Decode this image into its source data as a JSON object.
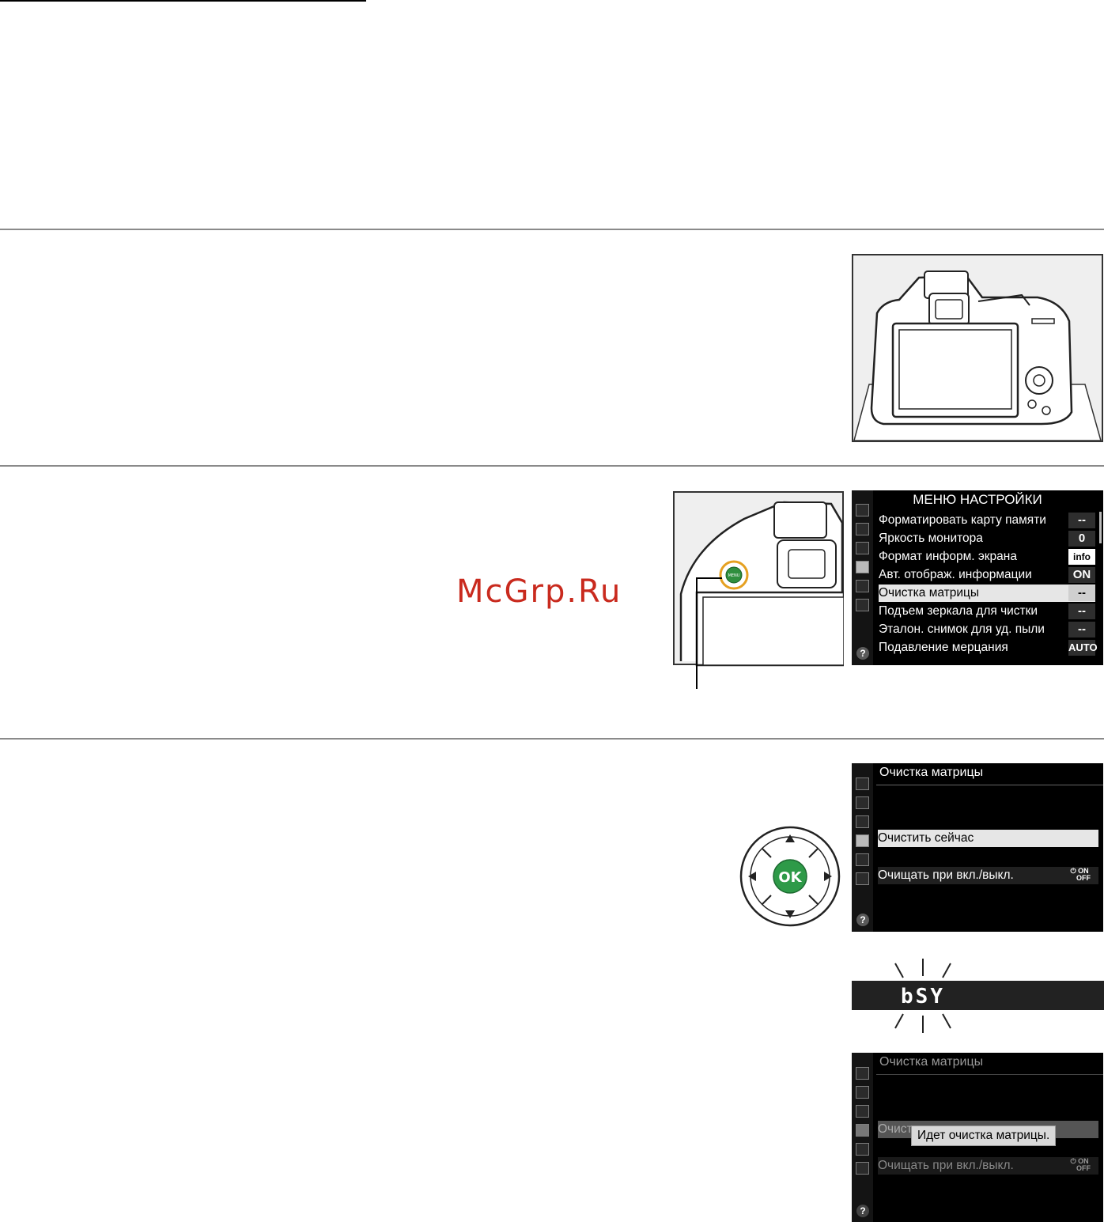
{
  "watermark": "McGrp.Ru",
  "setup_menu": {
    "title": "МЕНЮ НАСТРОЙКИ",
    "items": [
      {
        "label": "Форматировать карту памяти",
        "value": "--"
      },
      {
        "label": "Яркость монитора",
        "value": "0"
      },
      {
        "label": "Формат информ. экрана",
        "value": "info"
      },
      {
        "label": "Авт. отображ. информации",
        "value": "ON"
      },
      {
        "label": "Очистка матрицы",
        "value": "--"
      },
      {
        "label": "Подъем зеркала для чистки",
        "value": "--"
      },
      {
        "label": "Эталон. снимок для уд. пыли",
        "value": "--"
      },
      {
        "label": "Подавление мерцания",
        "value": "AUTO"
      }
    ],
    "help": "?"
  },
  "menu_button_label": "MENU",
  "dpad": {
    "ok_label": "OK"
  },
  "clean_menu": {
    "title": "Очистка матрицы",
    "option_now": "Очистить сейчас",
    "option_onoff": "Очищать при вкл./выкл.",
    "onoff_badge_top": "ON",
    "onoff_badge_bottom": "OFF",
    "help": "?"
  },
  "busy_display": {
    "text": "bSY"
  },
  "clean_progress": {
    "title": "Очистка матрицы",
    "option_now_partial": "Очист",
    "message": "Идет очистка матрицы.",
    "option_onoff": "Очищать при вкл./выкл.",
    "onoff_badge_top": "ON",
    "onoff_badge_bottom": "OFF",
    "help": "?"
  }
}
